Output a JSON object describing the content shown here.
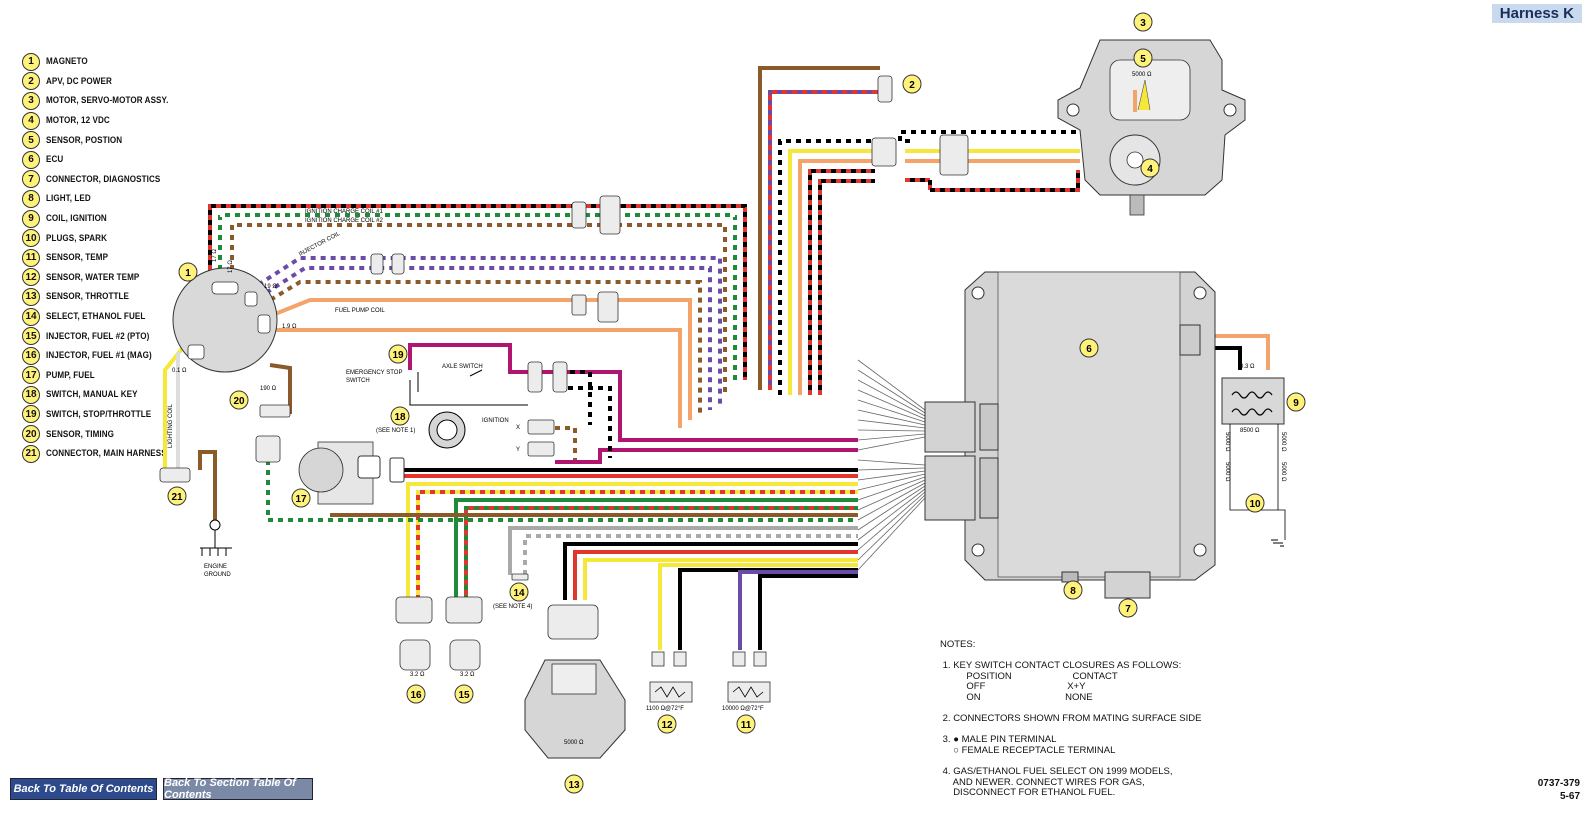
{
  "title": "Harness K",
  "legend": [
    {
      "num": "1",
      "label": "MAGNETO"
    },
    {
      "num": "2",
      "label": "APV, DC POWER"
    },
    {
      "num": "3",
      "label": "MOTOR, SERVO-MOTOR ASSY."
    },
    {
      "num": "4",
      "label": "MOTOR, 12 VDC"
    },
    {
      "num": "5",
      "label": "SENSOR, POSTION"
    },
    {
      "num": "6",
      "label": "ECU"
    },
    {
      "num": "7",
      "label": "CONNECTOR, DIAGNOSTICS"
    },
    {
      "num": "8",
      "label": "LIGHT, LED"
    },
    {
      "num": "9",
      "label": "COIL, IGNITION"
    },
    {
      "num": "10",
      "label": "PLUGS, SPARK"
    },
    {
      "num": "11",
      "label": "SENSOR, TEMP"
    },
    {
      "num": "12",
      "label": "SENSOR, WATER TEMP"
    },
    {
      "num": "13",
      "label": "SENSOR, THROTTLE"
    },
    {
      "num": "14",
      "label": "SELECT, ETHANOL FUEL"
    },
    {
      "num": "15",
      "label": "INJECTOR, FUEL #2 (PTO)"
    },
    {
      "num": "16",
      "label": "INJECTOR, FUEL #1 (MAG)"
    },
    {
      "num": "17",
      "label": "PUMP, FUEL"
    },
    {
      "num": "18",
      "label": "SWITCH, MANUAL KEY"
    },
    {
      "num": "19",
      "label": "SWITCH, STOP/THROTTLE"
    },
    {
      "num": "20",
      "label": "SENSOR, TIMING"
    },
    {
      "num": "21",
      "label": "CONNECTOR, MAIN HARNESS"
    }
  ],
  "labels": {
    "ign_charge_1": "IGNITION CHARGE COIL #1",
    "ign_charge_2": "IGNITION CHARGE COIL #2",
    "injector_coil": "INJECTOR COIL",
    "fuel_pump_coil": "FUEL PUMP COIL",
    "lighting_coil": "LIGHTING COIL",
    "axle_switch": "AXLE SWITCH",
    "emergency_stop": "EMERGENCY STOP",
    "switch": "SWITCH",
    "ignition": "IGNITION",
    "see_note_1": "(SEE NOTE 1)",
    "see_note_4": "(SEE NOTE 4)",
    "engine_ground_1": "ENGINE",
    "engine_ground_2": "GROUND",
    "res_17a": "17 Ω",
    "res_17b": "17 Ω",
    "res_19": "19 Ω",
    "res_19b": "1.9 Ω",
    "res_01": "0.1 Ω",
    "res_190": "190 Ω",
    "res_5000_pos": "5000 Ω",
    "res_03": "0.3 Ω",
    "res_8500": "8500 Ω",
    "res_5000a": "5000 Ω",
    "res_5000b": "5000 Ω",
    "res_5000c": "5000 Ω",
    "res_5000d": "5000 Ω",
    "res_32a": "3.2 Ω",
    "res_32b": "3.2 Ω",
    "res_5000_tps": "5000 Ω",
    "res_1100": "1100 Ω@72°F",
    "res_10000": "10000 Ω@72°F",
    "x": "X",
    "y": "Y"
  },
  "notes": "NOTES:\n\n 1. KEY SWITCH CONTACT CLOSURES AS FOLLOWS:\n          POSITION                       CONTACT\n          OFF                               X+Y\n          ON                                NONE\n\n 2. CONNECTORS SHOWN FROM MATING SURFACE SIDE\n\n 3. ● MALE PIN TERMINAL\n     ○ FEMALE RECEPTACLE TERMINAL\n\n 4. GAS/ETHANOL FUEL SELECT ON 1999 MODELS,\n     AND NEWER. CONNECT WIRES FOR GAS,\n     DISCONNECT FOR ETHANOL FUEL.",
  "nav": {
    "back_toc": "Back To Table Of Contents",
    "back_section": "Back To Section Table Of Contents"
  },
  "page": {
    "code": "0737-379",
    "number": "5-67"
  },
  "colors": {
    "brown": "#8b5a2b",
    "orange": "#f4a46a",
    "red": "#e2352b",
    "purple": "#6a4ca8",
    "yellow": "#f6e83a",
    "green": "#1f8a3a",
    "magenta": "#b0156f",
    "gray": "#a9a9a9",
    "badge": "#fff27a"
  }
}
